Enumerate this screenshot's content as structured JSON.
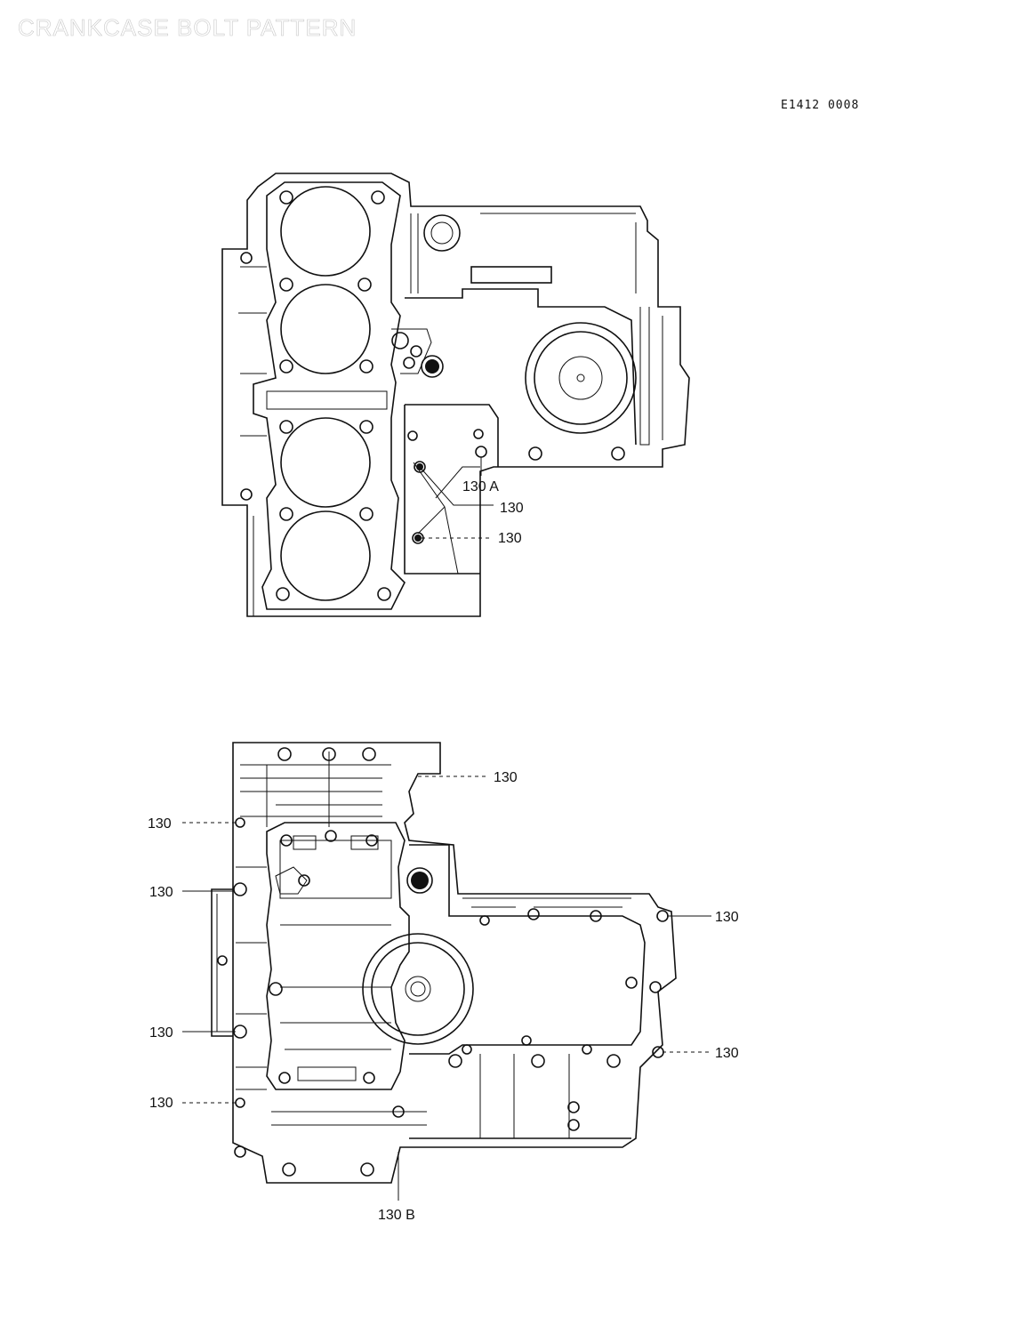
{
  "header": {
    "title": "CRANKCASE BOLT PATTERN",
    "figure_code": "E1412 0008"
  },
  "upper_view": {
    "callouts": [
      "130 A",
      "130",
      "130"
    ]
  },
  "lower_view": {
    "callouts": [
      "130",
      "130",
      "130",
      "130",
      "130",
      "130",
      "130",
      "130 B"
    ]
  }
}
